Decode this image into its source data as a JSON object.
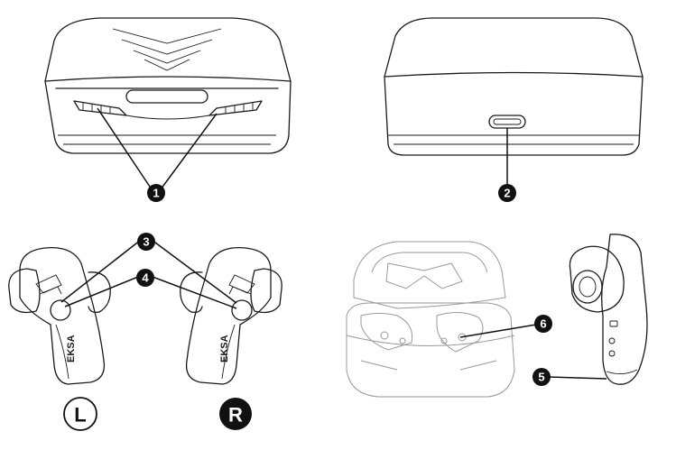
{
  "callouts": [
    {
      "id": "c1",
      "label": "1"
    },
    {
      "id": "c2",
      "label": "2"
    },
    {
      "id": "c3",
      "label": "3"
    },
    {
      "id": "c4",
      "label": "4"
    },
    {
      "id": "c5",
      "label": "5"
    },
    {
      "id": "c6",
      "label": "6"
    }
  ],
  "sides": {
    "left": "L",
    "right": "R"
  },
  "brand": "EKSA"
}
